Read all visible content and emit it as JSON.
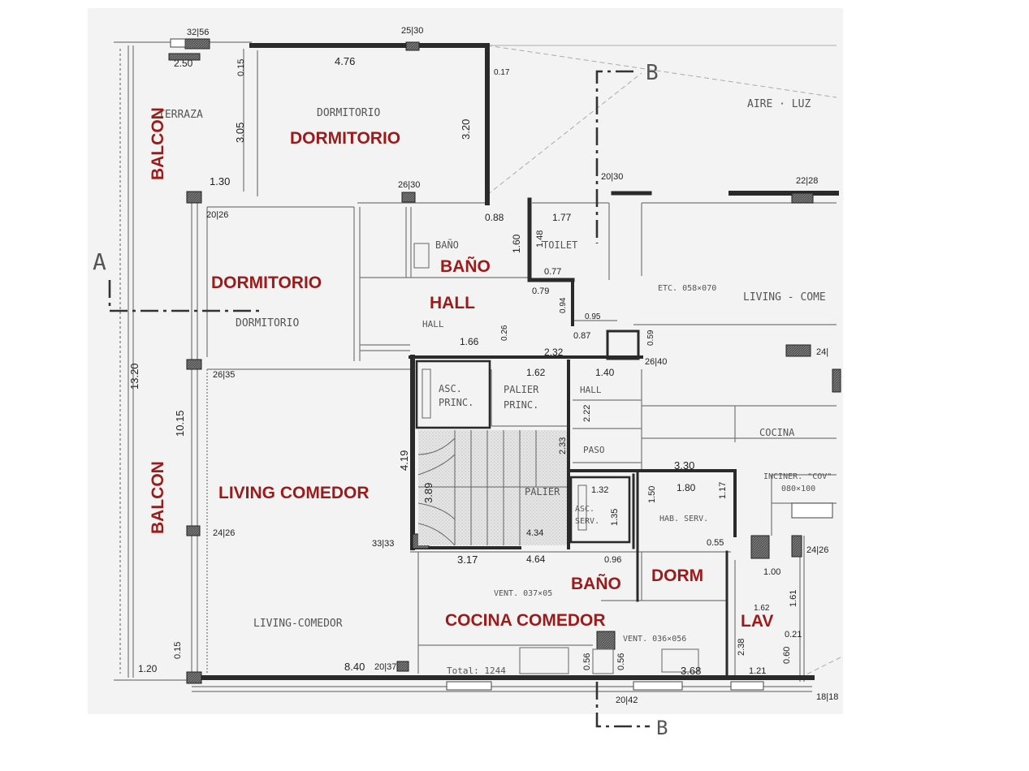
{
  "rooms": {
    "dormitorio_1": "DORMITORIO",
    "dormitorio_2": "DORMITORIO",
    "bano_1": "BAÑO",
    "hall": "HALL",
    "living_comedor": "LIVING COMEDOR",
    "balcon_1": "BALCON",
    "balcon_2": "BALCON",
    "bano_2": "BAÑO",
    "dorm": "DORM",
    "cocina_comedor": "COCINA COMEDOR",
    "lav": "LAV"
  },
  "sketch": {
    "terraza": "TERRAZA",
    "dormitorio_a": "DORMITORIO",
    "dormitorio_b": "DORMITORIO",
    "bano": "BAÑO",
    "toilet": "TOILET",
    "hall": "HALL",
    "aire_luz": "AIRE · LUZ",
    "living_comedor_right": "LIVING - COME",
    "etc": "ETC. 058×070",
    "asc_princ_1": "ASC.",
    "asc_princ_2": "PRINC.",
    "palier_princ_1": "PALIER",
    "palier_princ_2": "PRINC.",
    "hall_small": "HALL",
    "paso": "PASO",
    "cocina": "COCINA",
    "palier": "PALIER",
    "asc_serv_1": "ASC.",
    "asc_serv_2": "SERV.",
    "hab_serv": "HAB. SERV.",
    "incinerador_1": "INCINER. \"COV\"",
    "incinerador_2": "080×100",
    "vent_1": "VENT. 037×05",
    "vent_2": "VENT. 036×056",
    "living_comedor_bottom": "LIVING-COMEDOR",
    "total": "Total: 1244",
    "section_a": "A",
    "section_b_top": "B",
    "section_b_bottom": "B"
  },
  "dims": {
    "d_32_56": "32|56",
    "d_25_30_top": "25|30",
    "d_2_50": "2.50",
    "d_0_15_a": "0.15",
    "d_4_76": "4.76",
    "d_0_17": "0.17",
    "d_3_05": "3.05",
    "d_3_20_a": "3.20",
    "d_1_30": "1.30",
    "d_26_30": "26|30",
    "d_20_26": "20|26",
    "d_20_30": "20|30",
    "d_22_28": "22|28",
    "d_0_88": "0.88",
    "d_1_77": "1.77",
    "d_1_60": "1.60",
    "d_1_48": "1.48",
    "d_0_77": "0.77",
    "d_0_79": "0.79",
    "d_0_95": "0.95",
    "d_0_94": "0.94",
    "d_0_87": "0.87",
    "d_2_32": "2.32",
    "d_1_66": "1.66",
    "d_0_26": "0.26",
    "d_0_59": "0.59",
    "d_26_40": "26|40",
    "d_24": "24|",
    "d_26_35": "26|35",
    "d_1_62": "1.62",
    "d_1_40": "1.40",
    "d_2_22": "2.22",
    "d_2_33": "2.33",
    "d_13_20": "13.20",
    "d_10_15": "10.15",
    "d_4_19": "4.19",
    "d_3_89": "3.89",
    "d_3_30": "3.30",
    "d_1_32": "1.32",
    "d_1_35": "1.35",
    "d_1_50": "1.50",
    "d_1_80": "1.80",
    "d_1_17": "1.17",
    "d_4_34": "4.34",
    "d_24_26_a": "24|26",
    "d_24_26_b": "24|26",
    "d_33_33": "33|33",
    "d_0_55": "0.55",
    "d_3_17": "3.17",
    "d_4_64": "4.64",
    "d_0_96": "0.96",
    "d_1_00": "1.00",
    "d_1_61": "1.61",
    "d_1_62_b": "1.62",
    "d_0_21": "0.21",
    "d_2_38": "2.38",
    "d_0_60": "0.60",
    "d_1_21": "1.21",
    "d_1_20": "1.20",
    "d_0_15_b": "0.15",
    "d_8_40": "8.40",
    "d_20_37": "20|37",
    "d_0_56_a": "0.56",
    "d_0_56_b": "0.56",
    "d_3_68": "3.68",
    "d_20_42": "20|42",
    "d_18_18": "18|18"
  }
}
